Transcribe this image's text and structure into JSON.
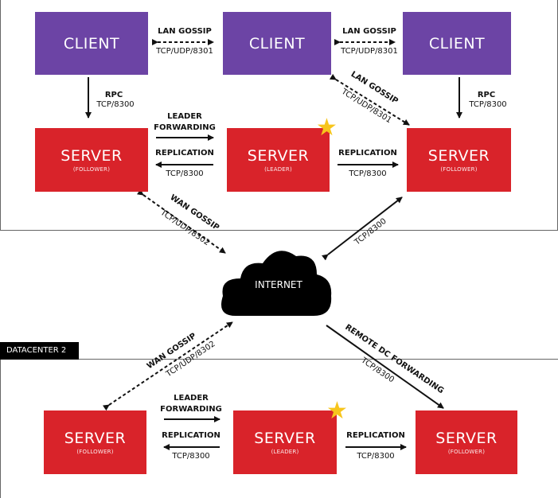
{
  "datacenter_2_label": "DATACENTER 2",
  "client_label": "CLIENT",
  "server_label": "SERVER",
  "follower_label": "(FOLLOWER)",
  "leader_label": "(LEADER)",
  "internet_label": "INTERNET",
  "lan_gossip_label": "LAN GOSSIP",
  "lan_port": "TCP/UDP/8301",
  "rpc_label": "RPC",
  "tcp_8300": "TCP/8300",
  "leader_forwarding_line1": "LEADER",
  "leader_forwarding_line2": "FORWARDING",
  "replication_label": "REPLICATION",
  "wan_gossip_label": "WAN GOSSIP",
  "wan_port": "TCP/UDP/8302",
  "remote_dc_forwarding_label": "REMOTE DC FORWARDING",
  "colors": {
    "client": "#6c44a5",
    "server": "#d9232a",
    "star": "#f7c51c",
    "cloud": "#000000"
  }
}
